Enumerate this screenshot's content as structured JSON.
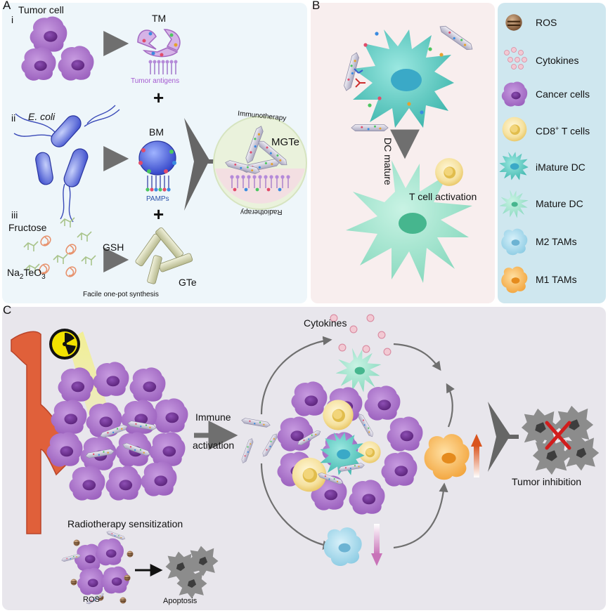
{
  "panels": {
    "a": "A",
    "b": "B",
    "c": "C"
  },
  "panel_a": {
    "roman_i": "i",
    "roman_ii": "ii",
    "roman_iii": "iii",
    "tumor_cell": "Tumor cell",
    "tm": "TM",
    "tumor_antigens": "Tumor antigens",
    "ecoli": "E. coli",
    "bm": "BM",
    "pamps": "PAMPs",
    "fructose": "Fructose",
    "na2teo3_pre": "Na",
    "na2teo3_sub": "2",
    "na2teo3_mid": "TeO",
    "na2teo3_sub2": "3",
    "gsh": "GSH",
    "gte": "GTe",
    "facile": "Facile one-pot synthesis",
    "mgte": "MGTe",
    "immunotherapy": "Immunotherapy",
    "radiotherapy": "Radiotherapy",
    "plus": "+"
  },
  "panel_b": {
    "dc_mature": "DC mature",
    "t_cell_activation": "T cell activation"
  },
  "legend": [
    {
      "label": "ROS",
      "icon": "ros-icon"
    },
    {
      "label": "Cytokines",
      "icon": "cytokines-icon"
    },
    {
      "label": "Cancer cells",
      "icon": "cancer-cell-icon"
    },
    {
      "label_main": "CD8",
      "label_sup": "+",
      "label_rest": " T cells",
      "icon": "cd8-t-cell-icon"
    },
    {
      "label": "iMature DC",
      "icon": "immature-dc-icon"
    },
    {
      "label": "Mature DC",
      "icon": "mature-dc-icon"
    },
    {
      "label": "M2 TAMs",
      "icon": "m2-tam-icon"
    },
    {
      "label": "M1 TAMs",
      "icon": "m1-tam-icon"
    }
  ],
  "panel_c": {
    "cytokines": "Cytokines",
    "immune": "Immune",
    "activation": "activation",
    "radiotherapy_sensitization": "Radiotherapy sensitization",
    "ros": "ROS",
    "apoptosis": "Apoptosis",
    "tumor_inhibition": "Tumor inhibition"
  },
  "colors": {
    "panel_a_bg": "#eef6fa",
    "panel_b_bg": "#f8eeee",
    "legend_bg": "#cfe7ef",
    "panel_c_bg": "#e8e6ec",
    "cancer_cell": "#a76fc4",
    "nucleus": "#6b2d8f",
    "vessel": "#e0603a",
    "dc_teal": "#5cc7bf",
    "m1_orange": "#f6b24d",
    "m2_blue": "#9fd7ea",
    "tcell_yellow": "#f7e5a3",
    "dead_gray": "#8c8c8c"
  }
}
